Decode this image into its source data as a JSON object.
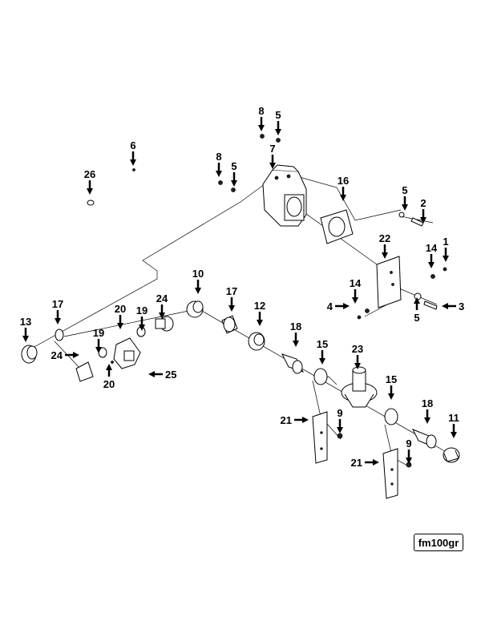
{
  "figure_code": "fm100gr",
  "callouts": [
    {
      "id": "c1",
      "label": "1"
    },
    {
      "id": "c2",
      "label": "2"
    },
    {
      "id": "c3",
      "label": "3"
    },
    {
      "id": "c4",
      "label": "4"
    },
    {
      "id": "c5a",
      "label": "5"
    },
    {
      "id": "c5b",
      "label": "5"
    },
    {
      "id": "c5c",
      "label": "5"
    },
    {
      "id": "c5d",
      "label": "5"
    },
    {
      "id": "c6",
      "label": "6"
    },
    {
      "id": "c7",
      "label": "7"
    },
    {
      "id": "c8a",
      "label": "8"
    },
    {
      "id": "c8b",
      "label": "8"
    },
    {
      "id": "c9a",
      "label": "9"
    },
    {
      "id": "c9b",
      "label": "9"
    },
    {
      "id": "c10",
      "label": "10"
    },
    {
      "id": "c11",
      "label": "11"
    },
    {
      "id": "c12",
      "label": "12"
    },
    {
      "id": "c13",
      "label": "13"
    },
    {
      "id": "c14a",
      "label": "14"
    },
    {
      "id": "c14b",
      "label": "14"
    },
    {
      "id": "c15a",
      "label": "15"
    },
    {
      "id": "c15b",
      "label": "15"
    },
    {
      "id": "c16",
      "label": "16"
    },
    {
      "id": "c17a",
      "label": "17"
    },
    {
      "id": "c17b",
      "label": "17"
    },
    {
      "id": "c18a",
      "label": "18"
    },
    {
      "id": "c18b",
      "label": "18"
    },
    {
      "id": "c19a",
      "label": "19"
    },
    {
      "id": "c19b",
      "label": "19"
    },
    {
      "id": "c20a",
      "label": "20"
    },
    {
      "id": "c20b",
      "label": "20"
    },
    {
      "id": "c21a",
      "label": "21"
    },
    {
      "id": "c21b",
      "label": "21"
    },
    {
      "id": "c22",
      "label": "22"
    },
    {
      "id": "c23",
      "label": "23"
    },
    {
      "id": "c24a",
      "label": "24"
    },
    {
      "id": "c24b",
      "label": "24"
    },
    {
      "id": "c25",
      "label": "25"
    },
    {
      "id": "c26",
      "label": "26"
    }
  ]
}
